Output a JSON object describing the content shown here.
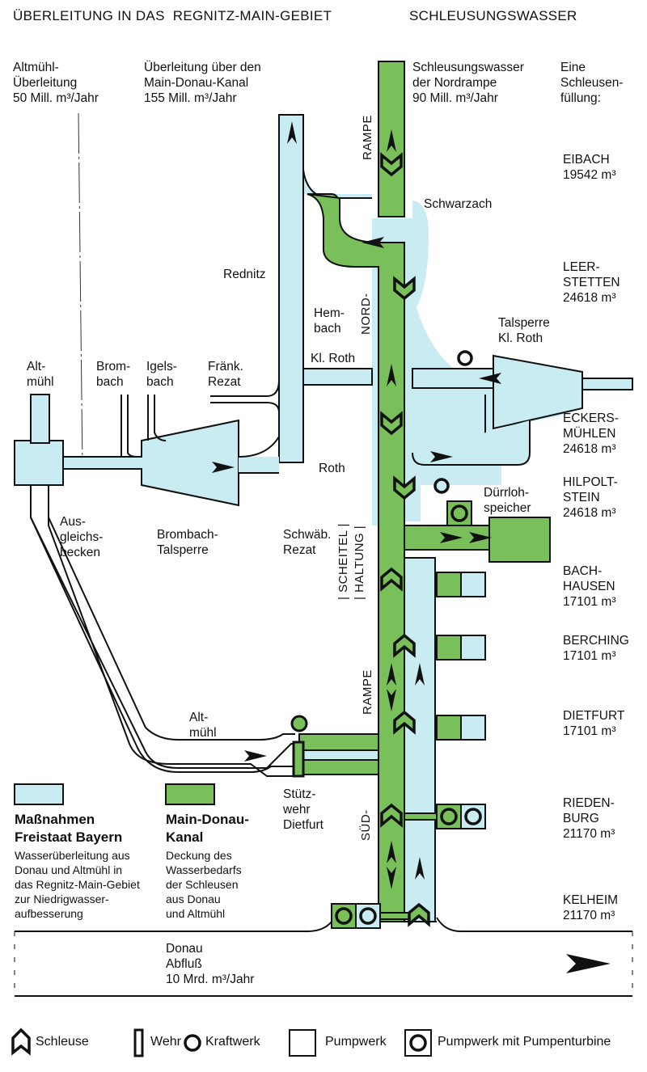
{
  "header": {
    "left_title": "ÜBERLEITUNG IN DAS  REGNITZ-MAIN-GEBIET",
    "right_title": "SCHLEUSUNGSWASSER"
  },
  "flows": {
    "altmuehl_ueberleitung": "Altmühl-\nÜberleitung\n50 Mill. m³/Jahr",
    "main_donau_ueberleitung": "Überleitung über den\nMain-Donau-Kanal\n155 Mill. m³/Jahr",
    "nordrampe": "Schleusungswasser\nder Nordrampe\n90 Mill. m³/Jahr",
    "schleusenfuellung_header": "Eine\nSchleusen-\nfüllung:",
    "donau": "Donau\nAbfluß\n10 Mrd. m³/Jahr"
  },
  "locks": [
    {
      "name": "EIBACH",
      "volume": "19542 m³"
    },
    {
      "name": "LEER-\nSTETTEN",
      "volume": "24618 m³"
    },
    {
      "name": "ECKERS-\nMÜHLEN",
      "volume": "24618 m³"
    },
    {
      "name": "HILPOLT-\nSTEIN",
      "volume": "24618 m³"
    },
    {
      "name": "BACH-\nHAUSEN",
      "volume": "17101 m³"
    },
    {
      "name": "BERCHING",
      "volume": "17101 m³"
    },
    {
      "name": "DIETFURT",
      "volume": "17101 m³"
    },
    {
      "name": "RIEDEN-\nBURG",
      "volume": "21170 m³"
    },
    {
      "name": "KELHEIM",
      "volume": "21170 m³"
    }
  ],
  "place_labels": {
    "rednitz": "Rednitz",
    "hembach": "Hem-\nbach",
    "kl_roth": "Kl. Roth",
    "schwarzach": "Schwarzach",
    "talsperre_kl_roth": "Talsperre\nKl. Roth",
    "altmuehl_top": "Alt-\nmühl",
    "brombach": "Brom-\nbach",
    "igelsbach": "Igels-\nbach",
    "fraenk_rezat": "Fränk.\nRezat",
    "roth": "Roth",
    "ausgleichsbecken": "Aus-\ngleichs-\nbecken",
    "brombach_talsperre": "Brombach-\nTalsperre",
    "schwaeb_rezat": "Schwäb.\nRezat",
    "duerrlohspeicher": "Dürrloh-\nspeicher",
    "altmuehl_lower": "Alt-\nmühl",
    "stuetzwehr": "Stütz-\nwehr\nDietfurt"
  },
  "section_labels": {
    "rampe_top": "RAMPE",
    "nord": "NORD-",
    "scheitel": "| SCHEITEL |",
    "haltung": "| HALTUNG |",
    "rampe_bottom": "RAMPE",
    "sued": "SÜD-"
  },
  "key": {
    "bayern_title": "Maßnahmen\nFreistaat Bayern",
    "bayern_text": "Wasserüberleitung aus\nDonau und Altmühl in\ndas Regnitz-Main-Gebiet\nzur Niedrigwasser-\naufbesserung",
    "kanal_title": "Main-Donau-\nKanal",
    "kanal_text": "Deckung des\nWasserbedarfs\nder Schleusen\naus Donau\nund Altmühl"
  },
  "symbols_legend": [
    {
      "icon": "lock-icon",
      "label": "Schleuse"
    },
    {
      "icon": "weir-icon",
      "label": "Wehr"
    },
    {
      "icon": "power-plant-icon",
      "label": "Kraftwerk"
    },
    {
      "icon": "pump-station-icon",
      "label": "Pumpwerk"
    },
    {
      "icon": "pump-turbine-icon",
      "label": "Pumpwerk mit Pumpenturbine"
    }
  ],
  "colors": {
    "bayern_blue": "#c9ecf2",
    "kanal_green": "#79c05b",
    "outline": "#111111"
  }
}
